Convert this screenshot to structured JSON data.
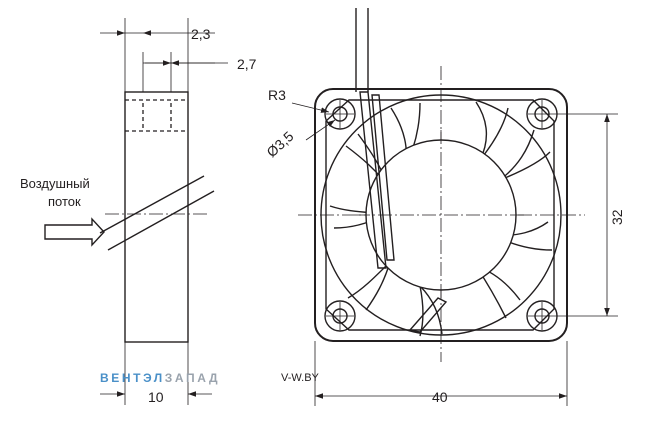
{
  "airflow_label": {
    "line1": "Воздушный",
    "line2": "поток"
  },
  "dimensions": {
    "d_2_3": "2,3",
    "d_2_7": "2,7",
    "d_10": "10",
    "d_40": "40",
    "d_32": "32",
    "radius": "R3",
    "hole_diameter": "Ø3,5"
  },
  "watermark": {
    "brand_part1": "ВЕНТЭЛ",
    "brand_part2": "ЗАПАД",
    "site": "V-W.BY",
    "color1": "#4a90c8",
    "color2": "#9aa3ad"
  }
}
